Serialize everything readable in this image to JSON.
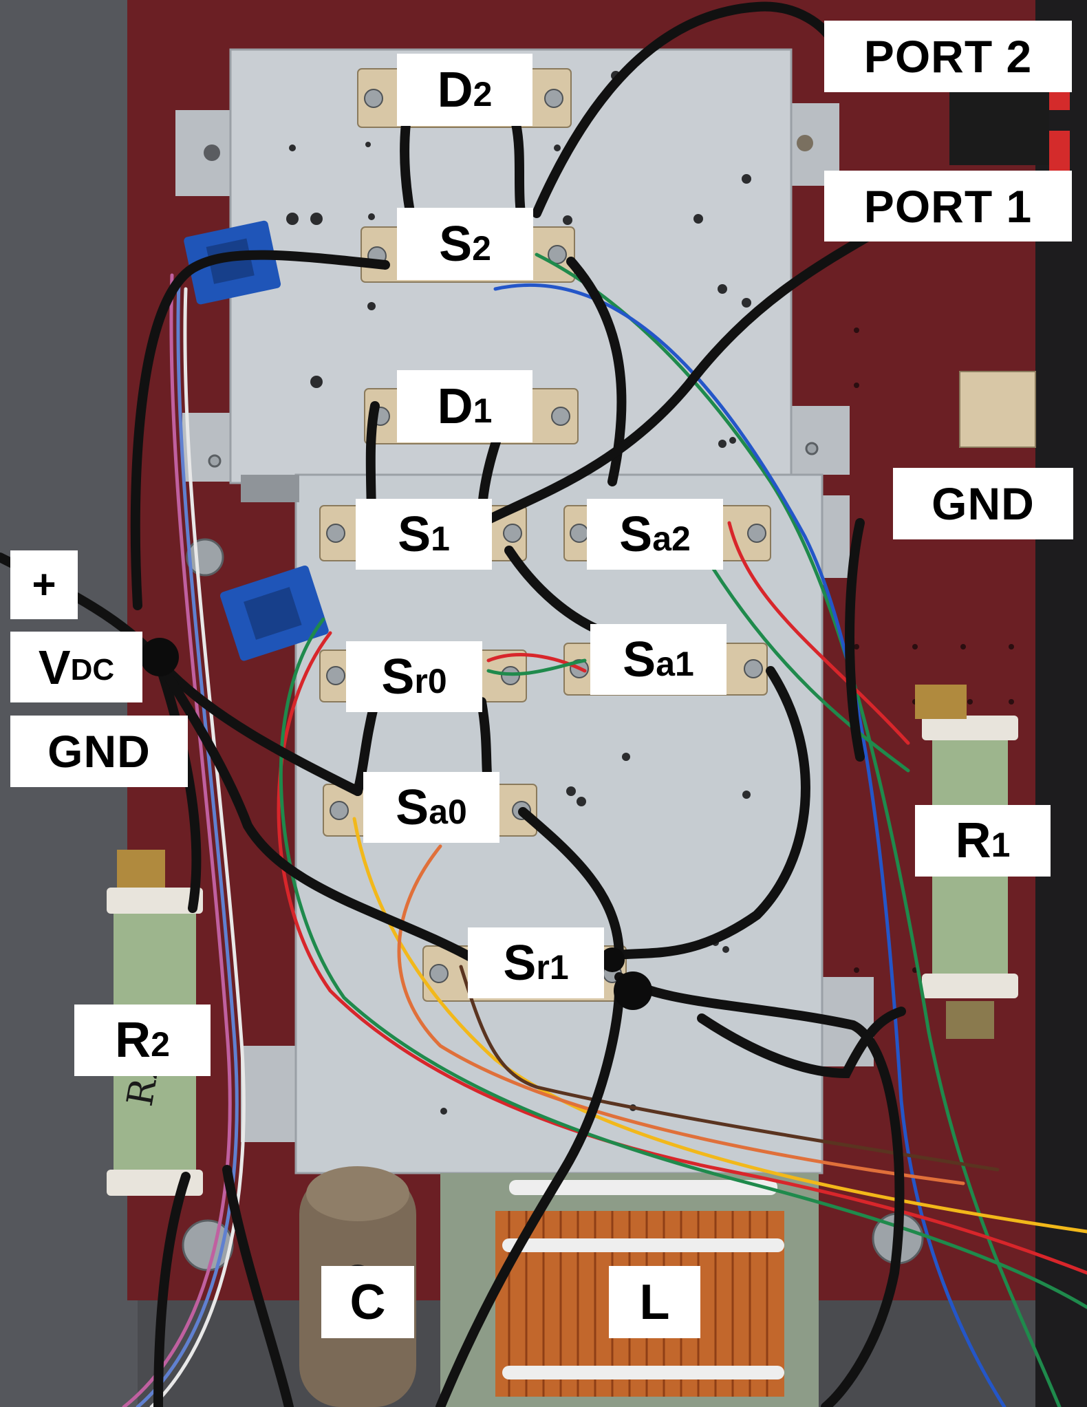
{
  "labels": {
    "d2": {
      "main": "D",
      "sub": "2"
    },
    "s2": {
      "main": "S",
      "sub": "2"
    },
    "d1": {
      "main": "D",
      "sub": "1"
    },
    "s1": {
      "main": "S",
      "sub": "1"
    },
    "sa2": {
      "main": "S",
      "sub": "a2"
    },
    "sr0": {
      "main": "S",
      "sub": "r0"
    },
    "sa1": {
      "main": "S",
      "sub": "a1"
    },
    "sa0": {
      "main": "S",
      "sub": "a0"
    },
    "sr1": {
      "main": "S",
      "sub": "r1"
    },
    "r1": {
      "main": "R",
      "sub": "1"
    },
    "r2": {
      "main": "R",
      "sub": "2"
    },
    "c": {
      "main": "C"
    },
    "l": {
      "main": "L"
    },
    "port2": {
      "main": "PORT 2"
    },
    "port1": {
      "main": "PORT 1"
    },
    "gnd_right": {
      "main": "GND"
    },
    "plus": {
      "main": "+"
    },
    "vdc": {
      "main": "V",
      "sub": "DC"
    },
    "gnd_left": {
      "main": "GND"
    },
    "r2_handwritten": "R2"
  },
  "colors": {
    "board": "#6b1f24",
    "heatsink": "#c9ced3",
    "wire_black": "#111111",
    "wire_red": "#d8262b",
    "wire_green": "#1f8a4c",
    "wire_blue": "#2456c8",
    "wire_yellow": "#f2b81a",
    "wire_orange": "#e0703a",
    "sensor_blue": "#1f55b8",
    "resistor_green": "#9db58d",
    "coil_copper": "#c2672c",
    "capacitor": "#7b6a57"
  }
}
